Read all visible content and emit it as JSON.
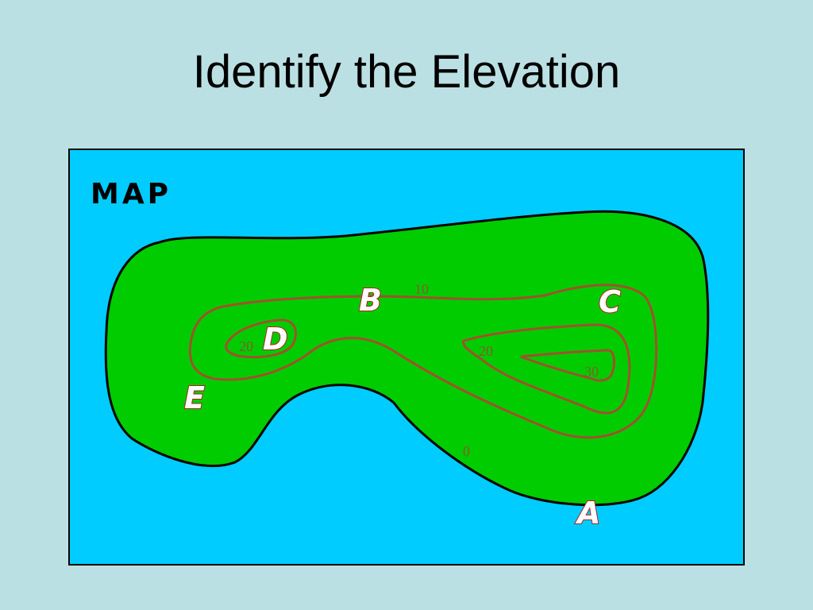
{
  "slide": {
    "title": "Identify the Elevation"
  },
  "map": {
    "heading": "MAP",
    "colors": {
      "background": "#bbe0e3",
      "water": "#00ccff",
      "land": "#00cc00",
      "coastline": "#000000",
      "contour_line": "#a0522d"
    },
    "point_labels": [
      "A",
      "B",
      "C",
      "D",
      "E"
    ],
    "contours": {
      "coast": "0",
      "main": "10",
      "west_hill": "20",
      "east_hill": "20",
      "east_summit": "30"
    }
  }
}
